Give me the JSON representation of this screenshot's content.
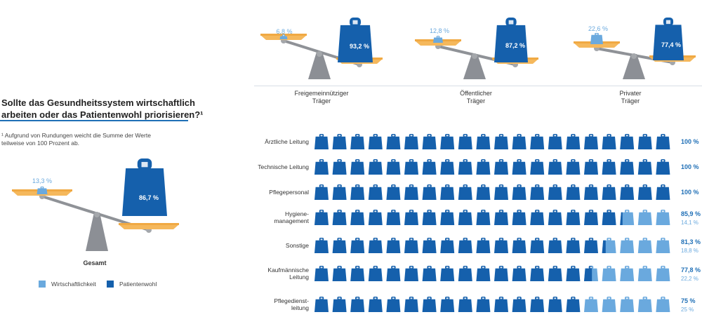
{
  "title_lines": [
    "Sollte das Gesundheitssystem wirtschaftlich",
    "arbeiten oder das Patientenwohl priorisieren?¹"
  ],
  "footnote_lines": [
    "¹ Aufgrund von Rundungen weicht die Summe der Werte",
    "teilweise von 100 Prozent ab."
  ],
  "colors": {
    "wirtschaftlichkeit": "#6aa9de",
    "patientenwohl": "#1560ac",
    "pan": "#f5b85c",
    "beam": "#8f9297"
  },
  "legend": [
    {
      "label": "Wirtschaftlichkeit",
      "color": "#6aa9de"
    },
    {
      "label": "Patientenwohl",
      "color": "#1560ac"
    }
  ],
  "chart_data": [
    {
      "type": "scale",
      "categories": [
        "Gesamt",
        "Freigemeinnütziger Träger",
        "Öffentlicher Träger",
        "Privater Träger"
      ],
      "series": [
        {
          "name": "Wirtschaftlichkeit",
          "values": [
            13.3,
            6.8,
            12.8,
            22.6
          ]
        },
        {
          "name": "Patientenwohl",
          "values": [
            86.7,
            93.2,
            87.2,
            77.4
          ]
        }
      ],
      "scales": [
        {
          "caption_lines": [
            "Gesamt"
          ],
          "small": "13,3 %",
          "big": "86,7 %"
        },
        {
          "caption_lines": [
            "Freigemeinnütziger",
            "Träger"
          ],
          "small": "6,8 %",
          "big": "93,2 %"
        },
        {
          "caption_lines": [
            "Öffentlicher",
            "Träger"
          ],
          "small": "12,8 %",
          "big": "87,2 %"
        },
        {
          "caption_lines": [
            "Privater",
            "Träger"
          ],
          "small": "22,6 %",
          "big": "77,4 %"
        }
      ]
    },
    {
      "type": "pictogram",
      "units_per_row": 20,
      "rows": [
        {
          "label_lines": [
            "Ärztliche Leitung"
          ],
          "patientenwohl": 100,
          "wirtschaftlichkeit": 0,
          "primary": "100 %",
          "secondary": ""
        },
        {
          "label_lines": [
            "Technische Leitung"
          ],
          "patientenwohl": 100,
          "wirtschaftlichkeit": 0,
          "primary": "100 %",
          "secondary": ""
        },
        {
          "label_lines": [
            "Pflegepersonal"
          ],
          "patientenwohl": 100,
          "wirtschaftlichkeit": 0,
          "primary": "100 %",
          "secondary": ""
        },
        {
          "label_lines": [
            "Hygiene-",
            "management"
          ],
          "patientenwohl": 85.9,
          "wirtschaftlichkeit": 14.1,
          "primary": "85,9 %",
          "secondary": "14,1 %"
        },
        {
          "label_lines": [
            "Sonstige"
          ],
          "patientenwohl": 81.3,
          "wirtschaftlichkeit": 18.8,
          "primary": "81,3 %",
          "secondary": "18,8 %"
        },
        {
          "label_lines": [
            "Kaufmännische",
            "Leitung"
          ],
          "patientenwohl": 77.8,
          "wirtschaftlichkeit": 22.2,
          "primary": "77,8 %",
          "secondary": "22,2 %"
        },
        {
          "label_lines": [
            "Pflegedienst-",
            "leitung"
          ],
          "patientenwohl": 75,
          "wirtschaftlichkeit": 25,
          "primary": "75 %",
          "secondary": "25 %"
        }
      ]
    }
  ]
}
